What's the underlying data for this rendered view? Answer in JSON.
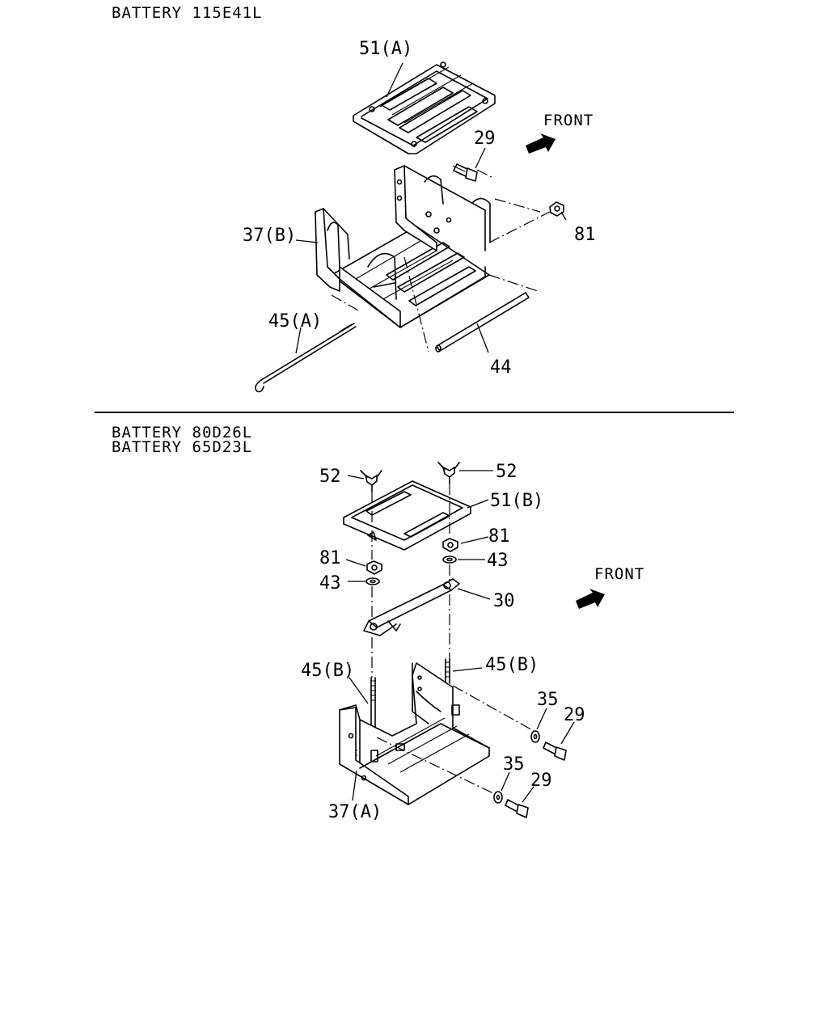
{
  "headers": {
    "top": "BATTERY 115E41L",
    "bottom_1": "BATTERY 80D26L",
    "bottom_2": "BATTERY 65D23L"
  },
  "front_label": "FRONT",
  "top_labels": {
    "cover_a": "51(A)",
    "bolt": "29",
    "nut": "81",
    "tray_b": "37(B)",
    "rod_a": "45(A)",
    "rod": "44"
  },
  "bottom_labels": {
    "wing_nut_left": "52",
    "wing_nut_right": "52",
    "cover_b": "51(B)",
    "nut_left": "81",
    "nut_right": "81",
    "washer_left": "43",
    "washer_right": "43",
    "clamp_bar": "30",
    "rod_b_left": "45(B)",
    "rod_b_right": "45(B)",
    "washer_35_upper": "35",
    "bolt_29_upper": "29",
    "washer_35_lower": "35",
    "bolt_29_lower": "29",
    "tray_a": "37(A)"
  }
}
